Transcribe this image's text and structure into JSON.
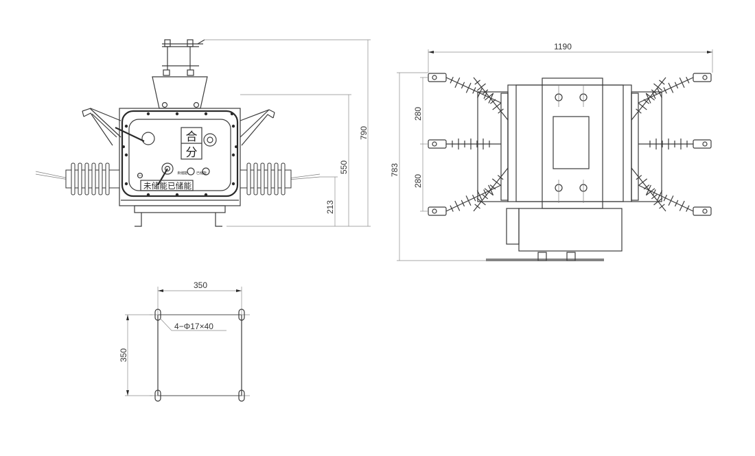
{
  "dimensions": {
    "height_total": "790",
    "height_mid": "550",
    "height_low": "213",
    "width_top": "1190",
    "height_top": "783",
    "phase_spacing_upper": "280",
    "phase_spacing_lower": "280",
    "base_width": "350",
    "base_depth": "350",
    "mounting_holes": "4−Φ17×40"
  },
  "front_panel": {
    "close_mark": "合",
    "open_mark": "分",
    "storage_status": "未储能已储能",
    "small_left": "未储能",
    "small_right": "已储能"
  },
  "colors": {
    "line": "#3a3a3a",
    "dimension": "#8a8a8a",
    "background": "#ffffff"
  }
}
